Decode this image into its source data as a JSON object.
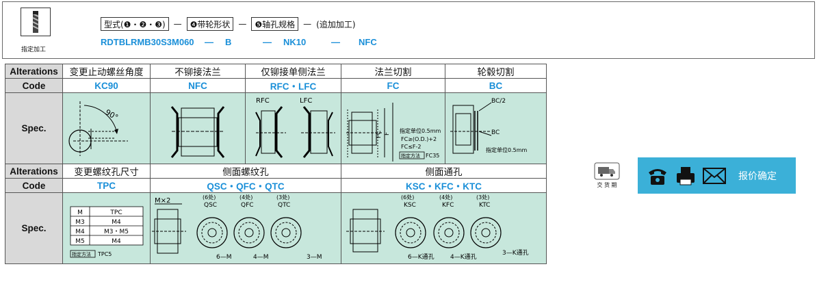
{
  "header": {
    "tool_label": "指定加工",
    "formula": {
      "part1": "型式(❶・❷・❸)",
      "part2": "❹带轮形状",
      "part3": "❺轴孔规格",
      "note": "(追加加工)"
    },
    "code": {
      "model": "RDTBLRMB30S3M060",
      "shape": "B",
      "bore": "NK10",
      "extra": "NFC"
    },
    "dash": "—"
  },
  "table": {
    "row_labels": {
      "alterations": "Alterations",
      "code": "Code",
      "spec": "Spec."
    },
    "section1": {
      "alterations": [
        "变更止动螺丝角度",
        "不铆接法兰",
        "仅铆接单侧法兰",
        "法兰切割",
        "轮毂切割"
      ],
      "codes": [
        "KC90",
        "NFC",
        "RFC・LFC",
        "FC",
        "BC"
      ]
    },
    "section2": {
      "alterations": [
        "变更螺纹孔尺寸",
        "侧面螺纹孔",
        "侧面通孔"
      ],
      "codes": [
        "TPC",
        "QSC・QFC・QTC",
        "KSC・KFC・KTC"
      ]
    },
    "diagrams": {
      "kc90_angle": "90°",
      "rfc_label": "RFC",
      "lfc_label": "LFC",
      "fc_dim_fc": "FC",
      "fc_dim_f": "F",
      "fc_unit": "指定单位0.5mm",
      "fc_rule1": "FC≥(O.D.)+2",
      "fc_rule2": "FC≤F-2",
      "fc_method_label": "指定方法",
      "fc_method_example": "FC35",
      "bc_half": "BC/2",
      "bc_dim": "BC",
      "bc_unit": "指定单位0.5mm",
      "tpc_table": {
        "headers": [
          "M",
          "TPC"
        ],
        "rows": [
          [
            "M3",
            "M4"
          ],
          [
            "M4",
            "M3・M5"
          ],
          [
            "M5",
            "M4"
          ]
        ],
        "method_label": "指定方法",
        "method_example": "TPC5"
      },
      "side_tap": {
        "mx2": "M×2",
        "counts": [
          "(6处)",
          "(4处)",
          "(3处)"
        ],
        "codes": [
          "QSC",
          "QFC",
          "QTC"
        ],
        "callouts": [
          "6—M",
          "4—M",
          "3—M"
        ]
      },
      "side_thru": {
        "counts": [
          "(6处)",
          "(4处)",
          "(3处)"
        ],
        "codes": [
          "KSC",
          "KFC",
          "KTC"
        ],
        "callouts": [
          "6—K通孔",
          "4—K通孔",
          "3—K通孔"
        ]
      }
    }
  },
  "actions": {
    "delivery_label": "交 货 期",
    "quote_label": "报价确定",
    "icons": [
      "truck-icon",
      "phone-icon",
      "fax-icon",
      "mail-icon"
    ],
    "bar_color": "#3bb0d8"
  },
  "colors": {
    "code_blue": "#1a8fd8",
    "spec_bg": "#c7e7dc",
    "header_bg": "#d9d9d9",
    "number_badge": "#000000"
  }
}
